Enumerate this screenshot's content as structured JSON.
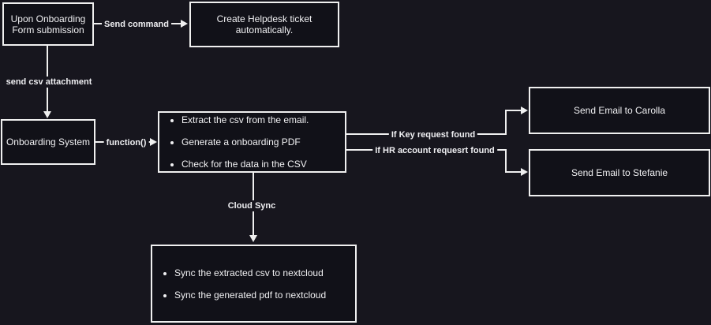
{
  "diagram": {
    "colors": {
      "background": "#17161e",
      "node_fill": "#111118",
      "border": "#f0f0f0",
      "text": "#f1f1f3"
    },
    "nodes": {
      "upon_onboarding": {
        "label": "Upon Onboarding\nForm submission"
      },
      "helpdesk": {
        "label": "Create Helpdesk ticket\nautomatically."
      },
      "onboarding_system": {
        "label": "Onboarding System"
      },
      "extract": {
        "bullets": [
          "Extract the csv from the email.",
          "Generate a onboarding PDF",
          "Check for the data in the CSV"
        ]
      },
      "email_carolla": {
        "label": "Send Email to Carolla"
      },
      "email_stefanie": {
        "label": "Send Email to Stefanie"
      },
      "cloud_sync_tasks": {
        "bullets": [
          "Sync the extracted csv to nextcloud",
          "Sync the generated pdf to nextcloud"
        ]
      }
    },
    "edges": {
      "send_command": "Send command",
      "send_csv_attachment": "send csv attachment",
      "function_call": "function()",
      "if_key_request": "If Key request found",
      "if_hr_account_request": "If HR account requesrt found",
      "cloud_sync": "Cloud Sync"
    }
  }
}
